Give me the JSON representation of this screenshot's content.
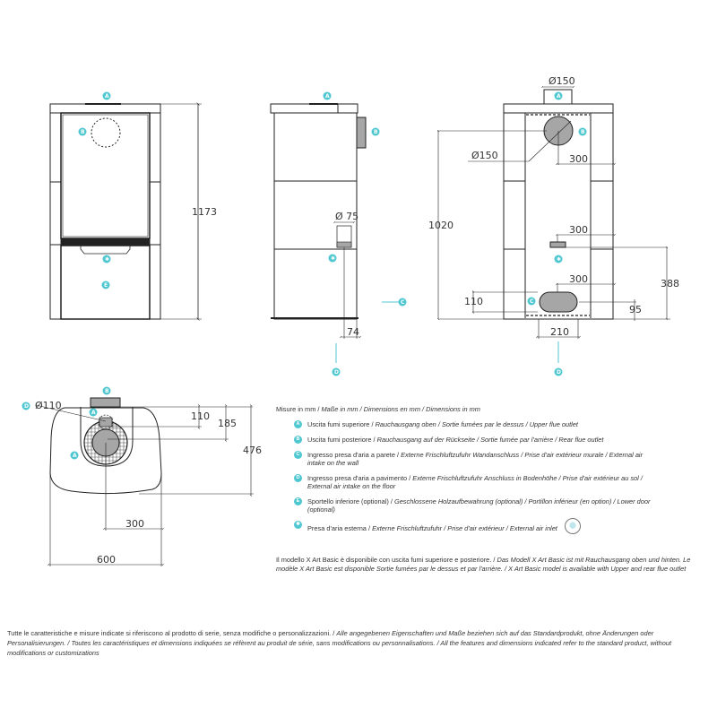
{
  "colors": {
    "accent": "#4fc7d1",
    "line": "#222222",
    "fill_gray": "#a6a6a6"
  },
  "front_view": {
    "height_dim": "1173",
    "markers": [
      "A",
      "B",
      "✱",
      "E"
    ]
  },
  "side_view": {
    "inlet_diameter": "Ø 75",
    "depth_dim": "74",
    "markers": [
      "A",
      "B",
      "✱",
      "C",
      "D"
    ]
  },
  "rear_view": {
    "top_flue_diameter": "Ø150",
    "rear_flue_diameter": "Ø150",
    "rear_flue_offset": "300",
    "rear_flue_height": "1020",
    "inlet_offset": "300",
    "inlet_height": "388",
    "floor_inlet_offset": "300",
    "floor_inlet_height": "110",
    "floor_inlet_side": "95",
    "floor_inlet_width": "210",
    "markers": [
      "A",
      "B",
      "✱",
      "C",
      "D"
    ]
  },
  "top_view": {
    "floor_inlet_diameter": "Ø110",
    "dim_110": "110",
    "dim_185": "185",
    "depth": "476",
    "flue_offset": "300",
    "width": "600",
    "markers": [
      "D",
      "B",
      "A",
      "A"
    ]
  },
  "legend": {
    "units": "Misure in mm / ",
    "units_it": "Maße in mm / Dimensions en mm / Dimensions in mm",
    "items": [
      {
        "badge": "A",
        "text": "Uscita fumi superiore / ",
        "text_i": "Rauchausgang oben  / Sortie fumées par le dessus / Upper flue outlet"
      },
      {
        "badge": "B",
        "text": "Uscita fumi posteriore / ",
        "text_i": "Rauchausgang auf der Rückseite / Sortie fumée par l'arrière / Rear flue outlet"
      },
      {
        "badge": "C",
        "text": "Ingresso presa d'aria a parete / ",
        "text_i": "Externe Frischluftzufuhr Wandanschluss / Prise d'air extérieur murale / External air intake on the wall"
      },
      {
        "badge": "D",
        "text": "Ingresso presa d'aria a pavimento / ",
        "text_i": "Externe Frischluftzufuhr Anschluss in Bodenhöhe / Prise d'air extérieur au sol  / External air intake on the floor"
      },
      {
        "badge": "E",
        "text": "Sportello inferiore (optional) / ",
        "text_i": "Geschlossene Holzaufbewahrung (optional) / Portillon inférieur (en option) / Lower door (optional)"
      },
      {
        "badge": "✱",
        "text": "Presa d'aria esterna / ",
        "text_i": "Externe Frischluftzufuhr / Prise d'air extérieur / External air inlet"
      }
    ]
  },
  "availability": {
    "text": "Il modello X Art Basic è disponibile con uscita fumi superiore e posteriore. / ",
    "text_i": "Das Modell X Art Basic ist mit Rauchausgang oben und hinten. Le modèle X Art Basic est disponible Sortie fumées par le dessus et par l'arrière. / X Art Basic model is available with Upper and rear flue outlet"
  },
  "footer": {
    "text": "Tutte le caratteristiche e misure indicate si riferiscono al prodotto di serie, senza modifiche o personalizzazioni. / ",
    "text_i": "Alle angegebenen Eigenschaften und Maße beziehen sich auf das Standardprodukt, ohne Änderungen oder Personalisierungen. / Toutes les caractéristiques et dimensions indiquées se réfèrent au produit de série, sans modifications ou personnalisations. / All the features and dimensions indicated refer to the standard product, without modifications or customizations"
  }
}
